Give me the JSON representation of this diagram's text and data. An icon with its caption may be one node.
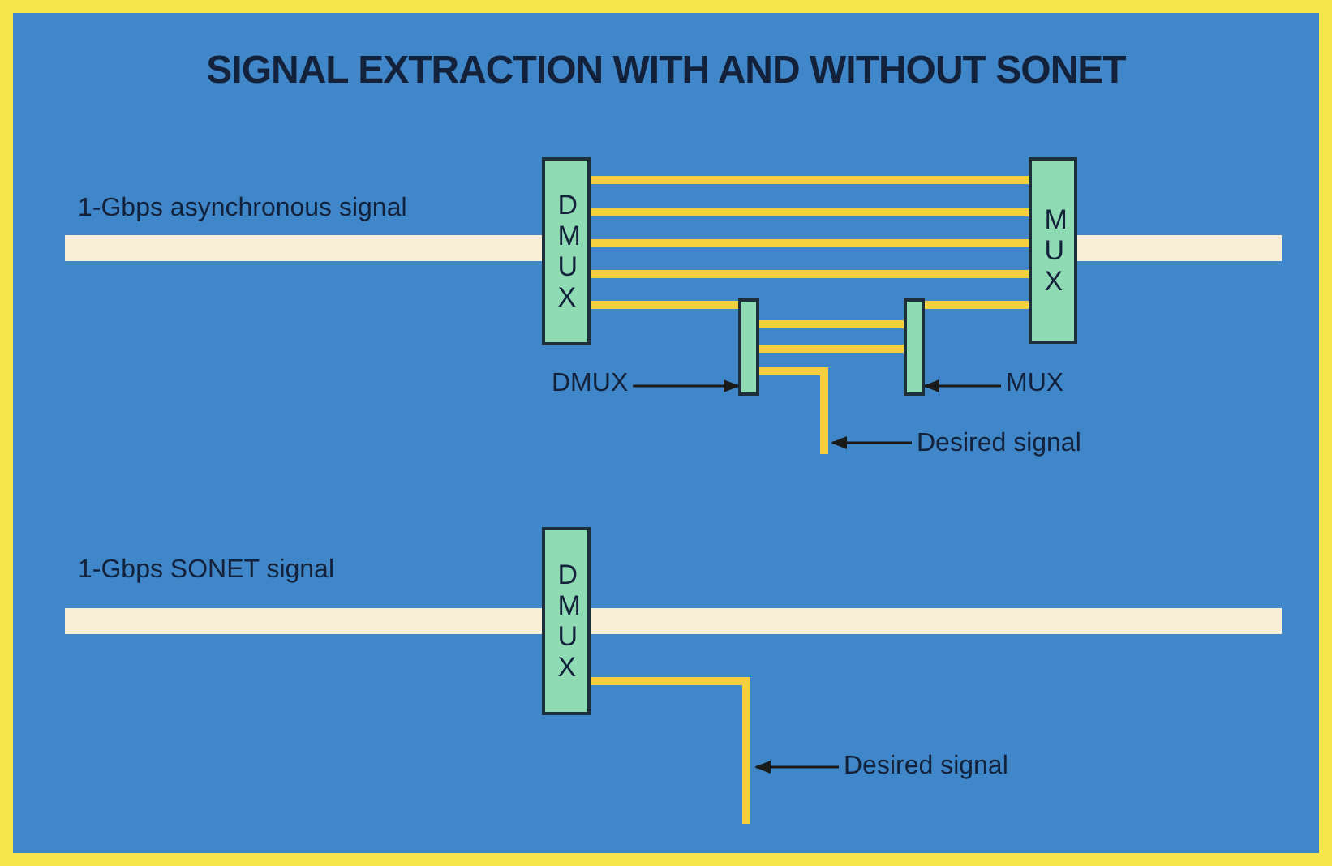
{
  "diagram": {
    "title": "SIGNAL EXTRACTION WITH AND WITHOUT SONET",
    "nodes": [
      {
        "text": [
          "DMUX"
        ]
      },
      {
        "text": [
          "MUX"
        ]
      },
      {
        "text": [],
        "shape": "bar"
      },
      {
        "text": [],
        "shape": "bar"
      },
      {
        "text": [
          "DMUX"
        ]
      },
      {
        "text": [
          "MUX"
        ]
      },
      {
        "text": [
          "Desired signal"
        ]
      },
      {
        "text": [
          "DMUX"
        ]
      },
      {
        "text": [
          "Desired signal"
        ]
      }
    ],
    "edges": [
      {
        "from": null,
        "to": 0,
        "arrow": "none",
        "style": "thick",
        "color": "#f8eed6"
      },
      {
        "from": 0,
        "to": 1,
        "arrow": "none"
      },
      {
        "from": 0,
        "to": 1,
        "arrow": "none"
      },
      {
        "from": 0,
        "to": 1,
        "arrow": "none"
      },
      {
        "from": 0,
        "to": 1,
        "arrow": "none"
      },
      {
        "from": 1,
        "to": null,
        "arrow": "none",
        "style": "thick",
        "color": "#f8eed6"
      },
      {
        "from": 0,
        "to": 2,
        "arrow": "none"
      },
      {
        "from": 2,
        "to": 3,
        "arrow": "none"
      },
      {
        "from": 2,
        "to": 3,
        "arrow": "none"
      },
      {
        "from": 3,
        "to": 1,
        "arrow": "none"
      },
      {
        "from": 2,
        "to": null,
        "arrow": "none"
      },
      {
        "from": 4,
        "to": 2,
        "arrow": "to",
        "color": "#1a1a1a"
      },
      {
        "from": 5,
        "to": 3,
        "arrow": "to",
        "color": "#1a1a1a"
      },
      {
        "from": 6,
        "to": null,
        "arrow": "to",
        "color": "#1a1a1a"
      },
      {
        "from": null,
        "to": 7,
        "arrow": "none",
        "style": "thick",
        "color": "#f8eed6"
      },
      {
        "from": 7,
        "to": null,
        "arrow": "none",
        "style": "thick",
        "color": "#f8eed6"
      },
      {
        "from": 7,
        "to": null,
        "arrow": "none"
      },
      {
        "from": 8,
        "to": null,
        "arrow": "to",
        "color": "#1a1a1a"
      }
    ],
    "labels": [
      "1-Gbps asynchronous signal",
      "1-Gbps SONET signal"
    ]
  }
}
